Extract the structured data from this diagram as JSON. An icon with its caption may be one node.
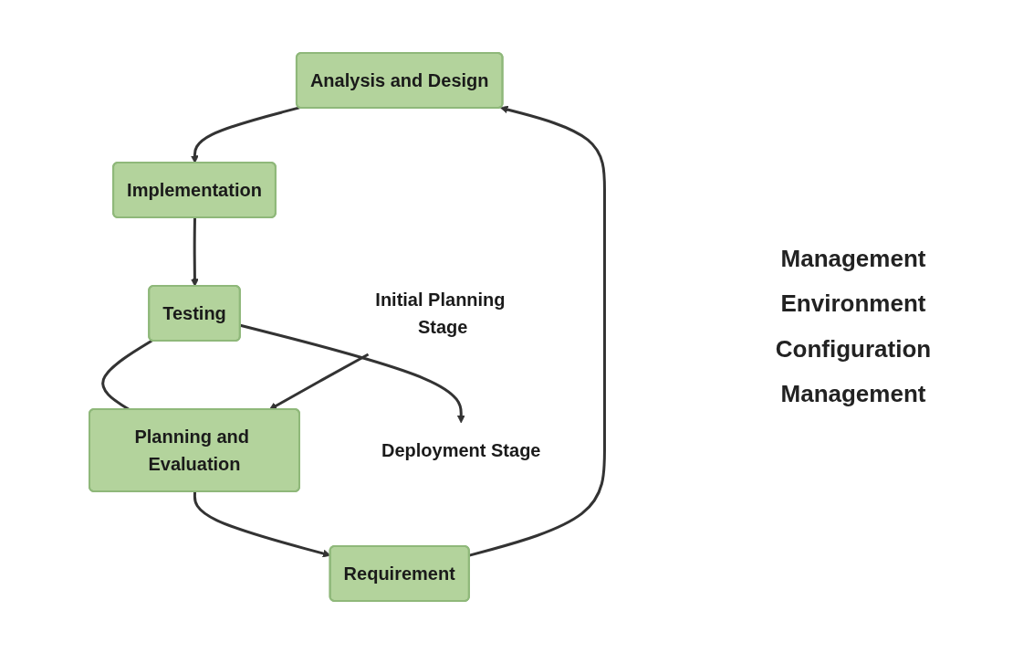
{
  "diagram": {
    "nodes": [
      {
        "text": [
          "Analysis and Design"
        ]
      },
      {
        "text": [
          "Requirement"
        ]
      },
      {
        "text": [
          "Implementation"
        ]
      },
      {
        "text": [
          "Planning and Evaluation"
        ]
      },
      {
        "text": [
          "Testing"
        ]
      },
      {
        "text": [
          "Initial Planning Stage"
        ]
      },
      {
        "text": [
          "Deployment Stage"
        ]
      }
    ],
    "edges": [
      {
        "from": 1,
        "to": 0,
        "arrow": "to"
      },
      {
        "from": 0,
        "to": 2,
        "arrow": "to"
      },
      {
        "from": 2,
        "to": 4,
        "arrow": "to"
      },
      {
        "from": 4,
        "to": 3,
        "arrow": "none"
      },
      {
        "from": 3,
        "to": 1,
        "arrow": "to"
      },
      {
        "from": 5,
        "to": 3,
        "arrow": "to"
      },
      {
        "from": 4,
        "to": 6,
        "arrow": "to"
      }
    ],
    "labels": [
      "Management Environment Configuration Management"
    ]
  }
}
